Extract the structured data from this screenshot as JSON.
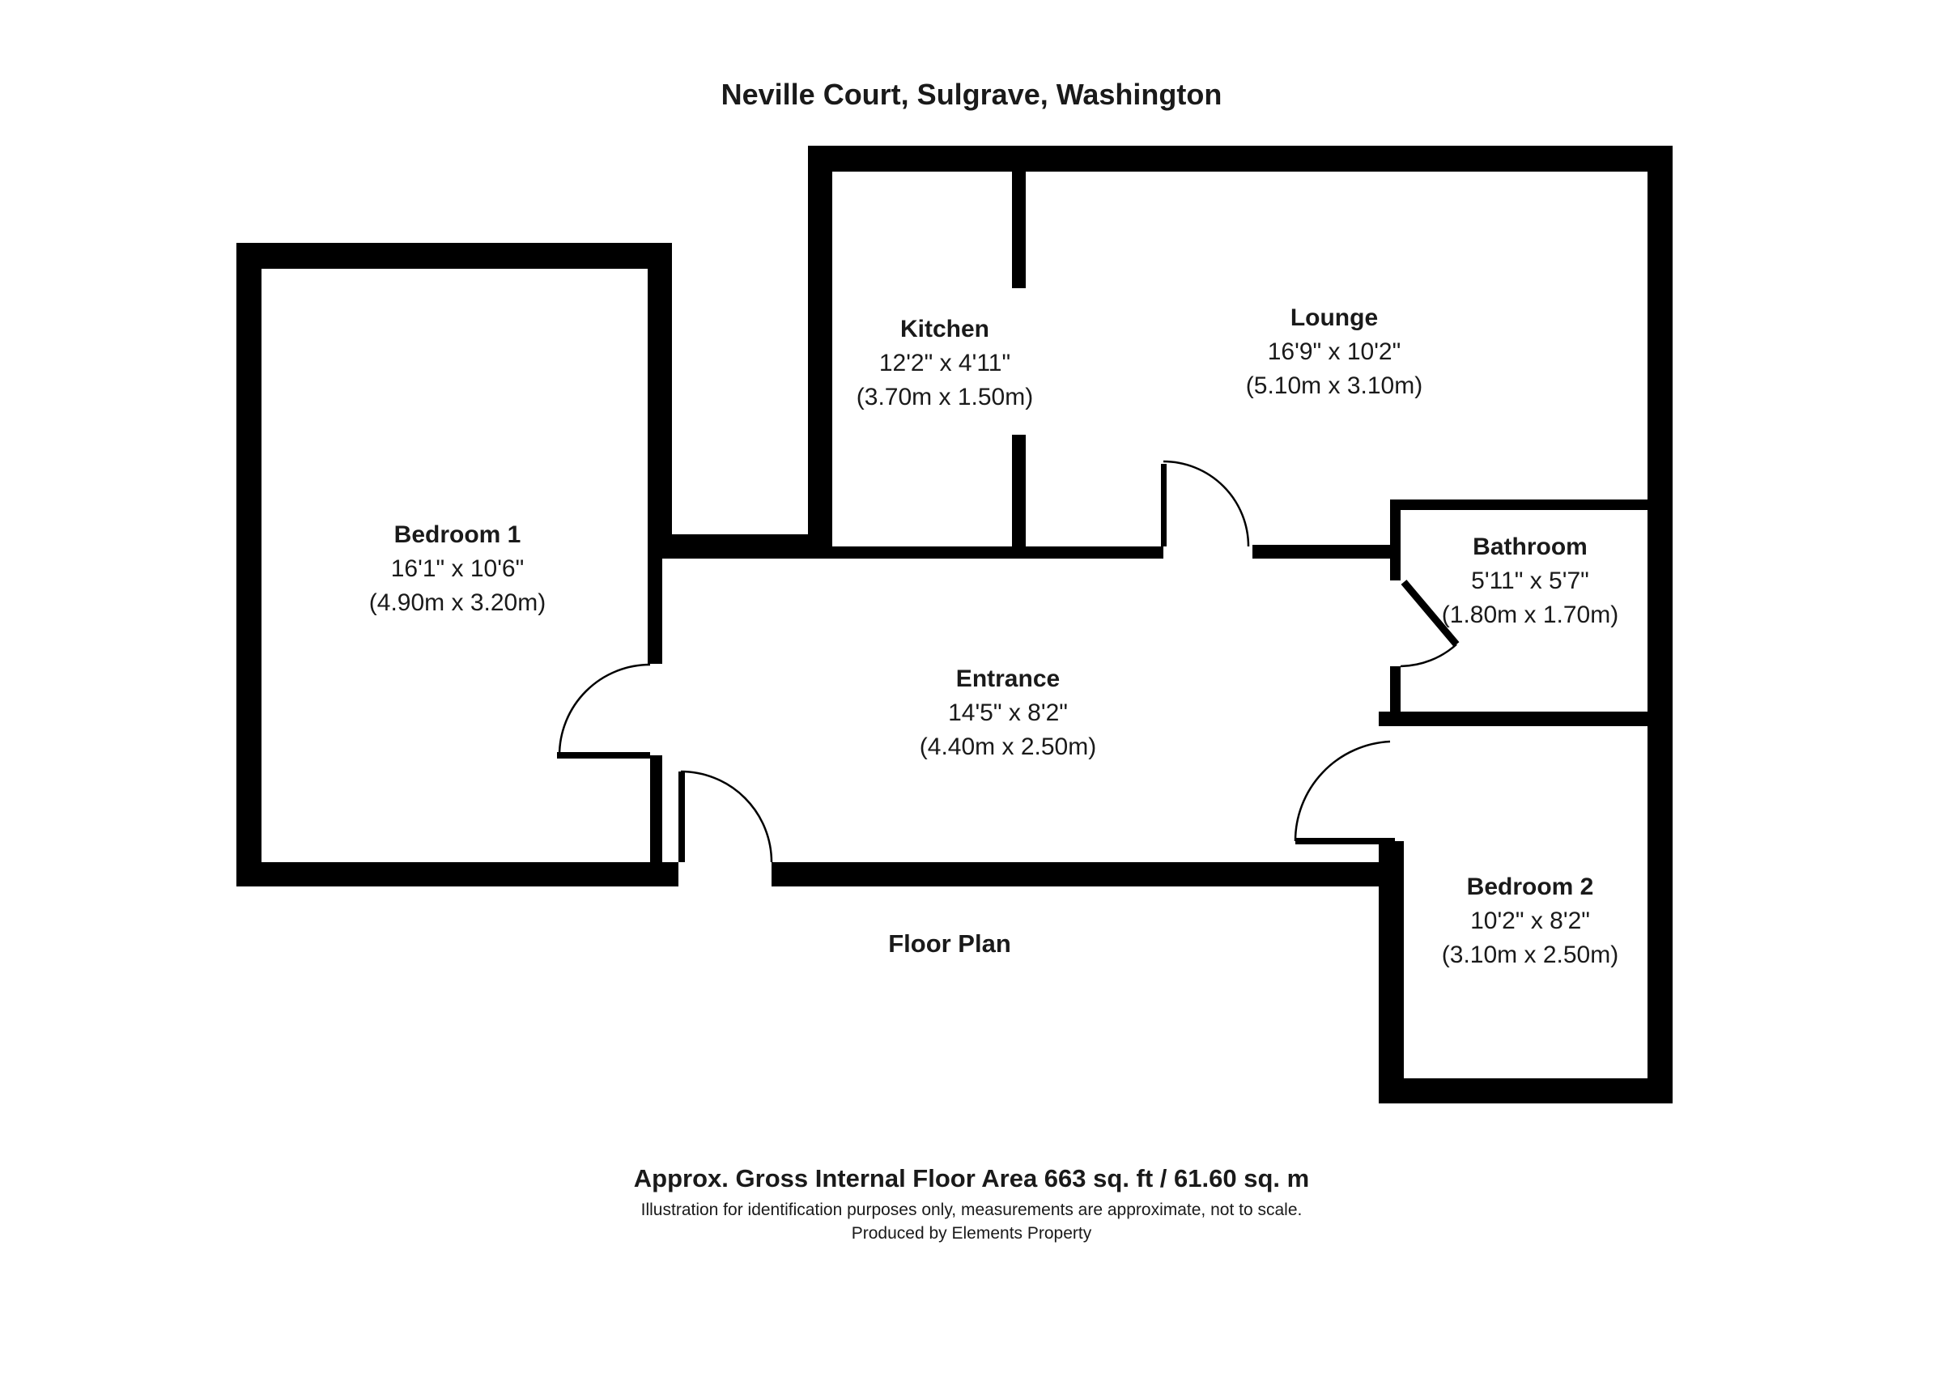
{
  "title": "Neville Court, Sulgrave, Washington",
  "floor_plan_label": "Floor Plan",
  "rooms": [
    {
      "id": "bedroom-1",
      "name": "Bedroom 1",
      "imperial": "16'1\" x 10'6\"",
      "metric": "(4.90m x 3.20m)"
    },
    {
      "id": "kitchen",
      "name": "Kitchen",
      "imperial": "12'2\" x 4'11\"",
      "metric": "(3.70m x 1.50m)"
    },
    {
      "id": "lounge",
      "name": "Lounge",
      "imperial": "16'9\" x 10'2\"",
      "metric": "(5.10m x 3.10m)"
    },
    {
      "id": "bathroom",
      "name": "Bathroom",
      "imperial": "5'11\" x 5'7\"",
      "metric": "(1.80m x 1.70m)"
    },
    {
      "id": "entrance",
      "name": "Entrance",
      "imperial": "14'5\" x 8'2\"",
      "metric": "(4.40m x 2.50m)"
    },
    {
      "id": "bedroom-2",
      "name": "Bedroom 2",
      "imperial": "10'2\" x 8'2\"",
      "metric": "(3.10m x 2.50m)"
    }
  ],
  "footer": {
    "area_line": "Approx. Gross Internal Floor Area 663 sq. ft / 61.60 sq. m",
    "disclaimer": "Illustration for identification purposes only, measurements are approximate, not to scale.",
    "credit": "Produced by Elements Property"
  },
  "colors": {
    "wall": "#000000",
    "background": "#ffffff",
    "text": "#1a1a1a"
  }
}
